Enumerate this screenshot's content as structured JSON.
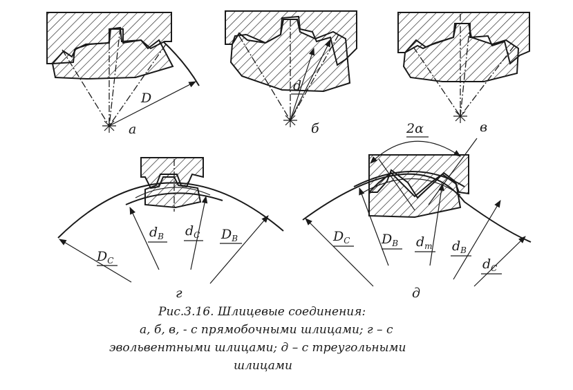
{
  "labels": {
    "a_letter": "а",
    "b_letter": "б",
    "v_letter": "в",
    "g_letter": "г",
    "d_letter": "д",
    "D": "D",
    "d": "d",
    "two_alpha": "2α",
    "g_DC": "D",
    "g_DC_sub": "C",
    "g_dB": "d",
    "g_dB_sub": "B",
    "g_dC": "d",
    "g_dC_sub": "C",
    "g_DB": "D",
    "g_DB_sub": "B",
    "d_DC": "D",
    "d_DC_sub": "C",
    "d_DB": "D",
    "d_DB_sub": "B",
    "d_dm": "d",
    "d_dm_sub": "m",
    "d_dB": "d",
    "d_dB_sub": "B",
    "d_dC": "d",
    "d_dC_sub": "C"
  },
  "caption": {
    "line1": "Рис.3.16. Шлицевые соединения:",
    "line2": "а, б, в, - с прямобочными шлицами; г – с",
    "line3": "эвольвентными шлицами; д – с треугольными",
    "line4": "шлицами"
  }
}
